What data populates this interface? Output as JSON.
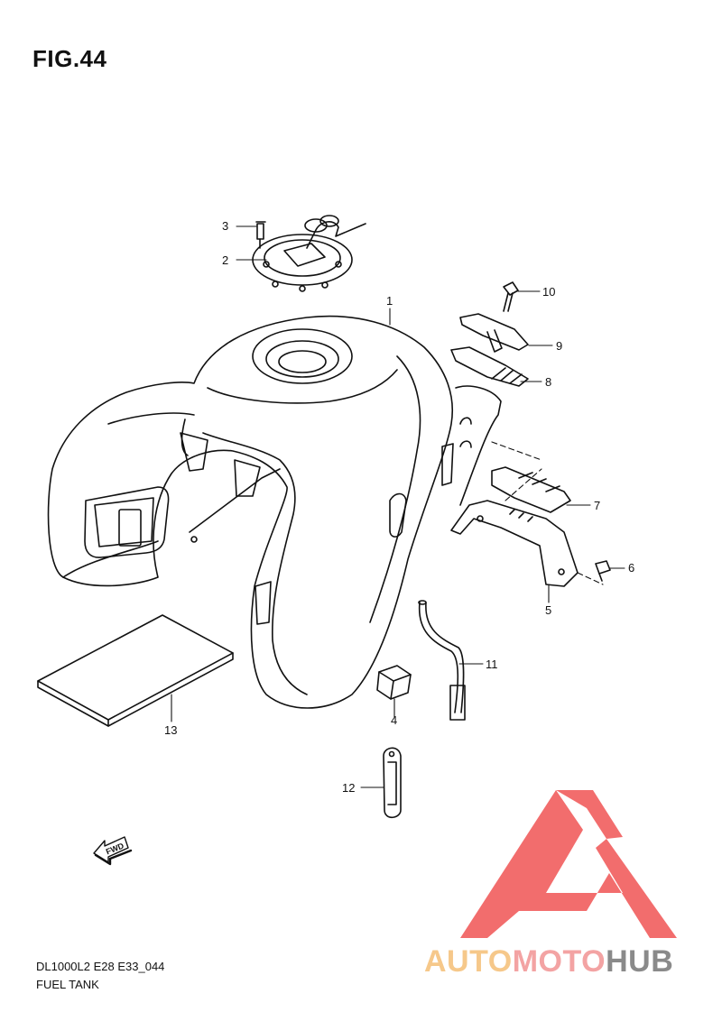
{
  "figure": {
    "title": "FIG.44",
    "code": "DL1000L2 E28 E33_044",
    "name": "FUEL TANK"
  },
  "callouts": [
    "1",
    "2",
    "3",
    "4",
    "5",
    "6",
    "7",
    "8",
    "9",
    "10",
    "11",
    "12",
    "13"
  ],
  "fwd_label": "FWD",
  "watermark": {
    "part1": "AUTO",
    "part2": "MOTO",
    "part3": "HUB",
    "colors": {
      "part1": "#f6c88a",
      "part2": "#f3a3a3",
      "part3": "#8a8a8a",
      "logo": "#f26d6d"
    }
  }
}
